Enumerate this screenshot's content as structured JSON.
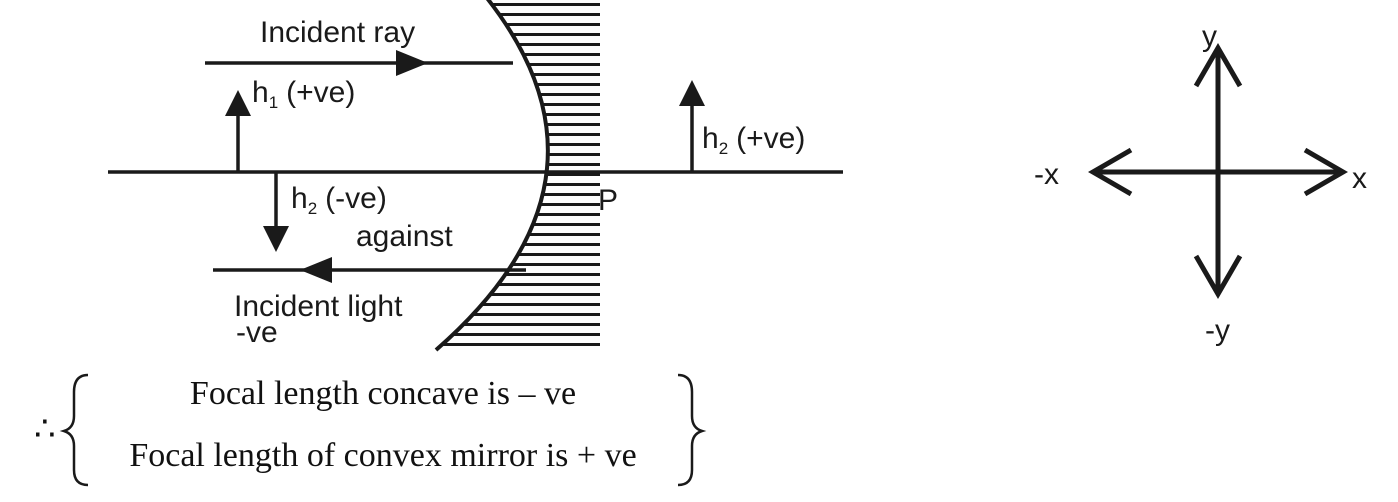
{
  "mirror_diagram": {
    "incident_ray_label": "Incident ray",
    "h1": {
      "base": "h",
      "sub": "1",
      "sign": "(+ve)"
    },
    "h2_neg": {
      "base": "h",
      "sub": "2",
      "sign": "(-ve)"
    },
    "h2_pos": {
      "base": "h",
      "sub": "2",
      "sign": "(+ve)"
    },
    "pole_label": "P",
    "against_label": "against",
    "incident_light_label": "Incident light",
    "neg_label": "-ve"
  },
  "axes": {
    "x_pos": "x",
    "x_neg": "-x",
    "y_pos": "y",
    "y_neg": "-y"
  },
  "equation": {
    "therefore": "∴",
    "line1": "Focal length concave is – ve",
    "line2": "Focal length of convex mirror is + ve"
  },
  "colors": {
    "ink": "#1a1a1a"
  }
}
